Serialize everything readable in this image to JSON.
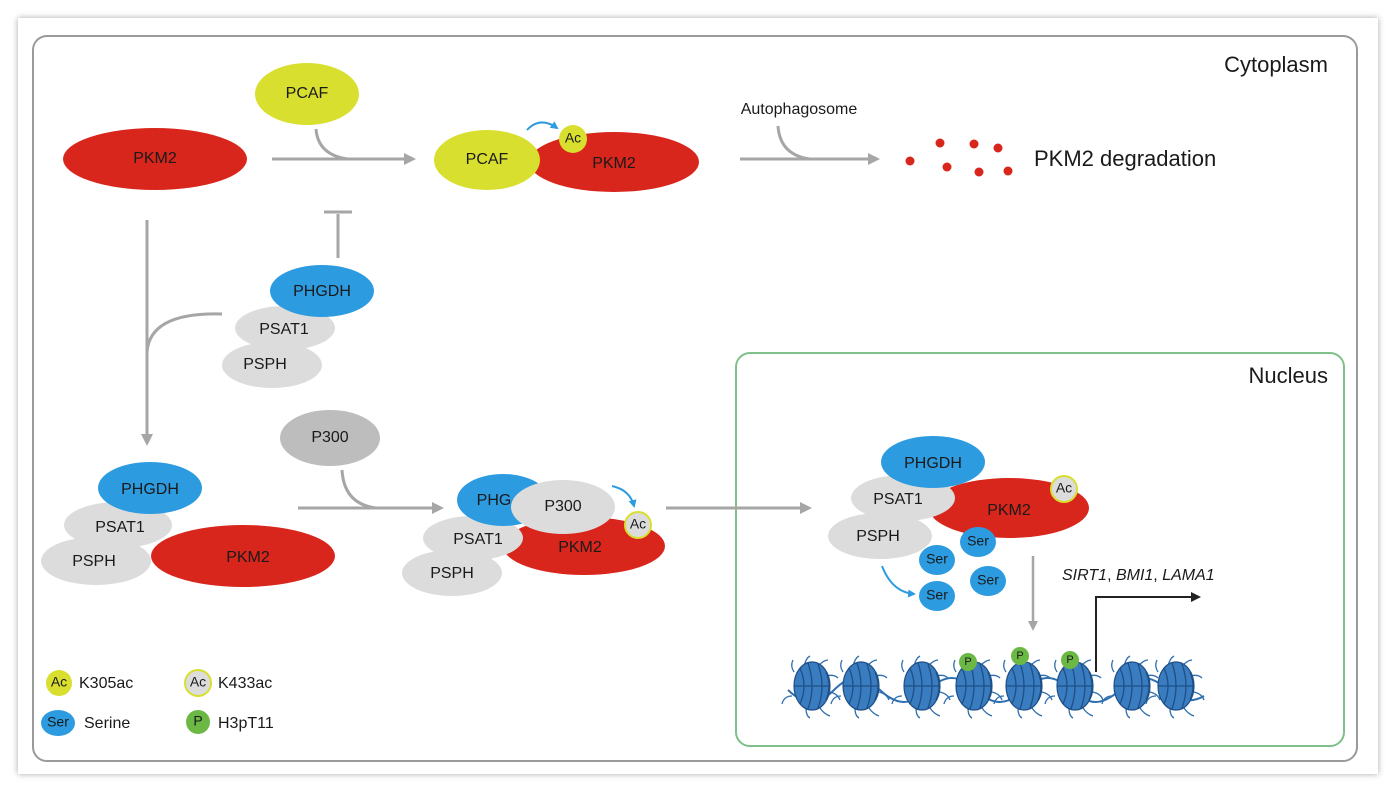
{
  "regions": {
    "cytoplasm": "Cytoplasm",
    "nucleus": "Nucleus"
  },
  "proteins": {
    "pkm2": "PKM2",
    "pcaf": "PCAF",
    "phgdh": "PHGDH",
    "phgdh_partial": "PHG",
    "psat1": "PSAT1",
    "psph": "PSPH",
    "p300": "P300",
    "ser": "Ser",
    "ac": "Ac",
    "p": "P"
  },
  "labels": {
    "autophagosome": "Autophagosome",
    "degradation": "PKM2 degradation",
    "genes": {
      "g1": "SIRT1",
      "sep1": ", ",
      "g2": "BMI1",
      "sep2": ", ",
      "g3": "LAMA1"
    }
  },
  "legend": {
    "k305": "K305ac",
    "k433": "K433ac",
    "serine": "Serine",
    "h3pt11": "H3pT11"
  },
  "colors": {
    "red": "#d9261c",
    "yellow": "#d9df2f",
    "blue": "#2d9be0",
    "gray": "#dcdcdc",
    "darkgray": "#bdbdbd",
    "green": "#6bb845",
    "arrow": "#a6a6a6",
    "nucleus_border": "#7fc18a",
    "dna": "#2f6fb0"
  }
}
